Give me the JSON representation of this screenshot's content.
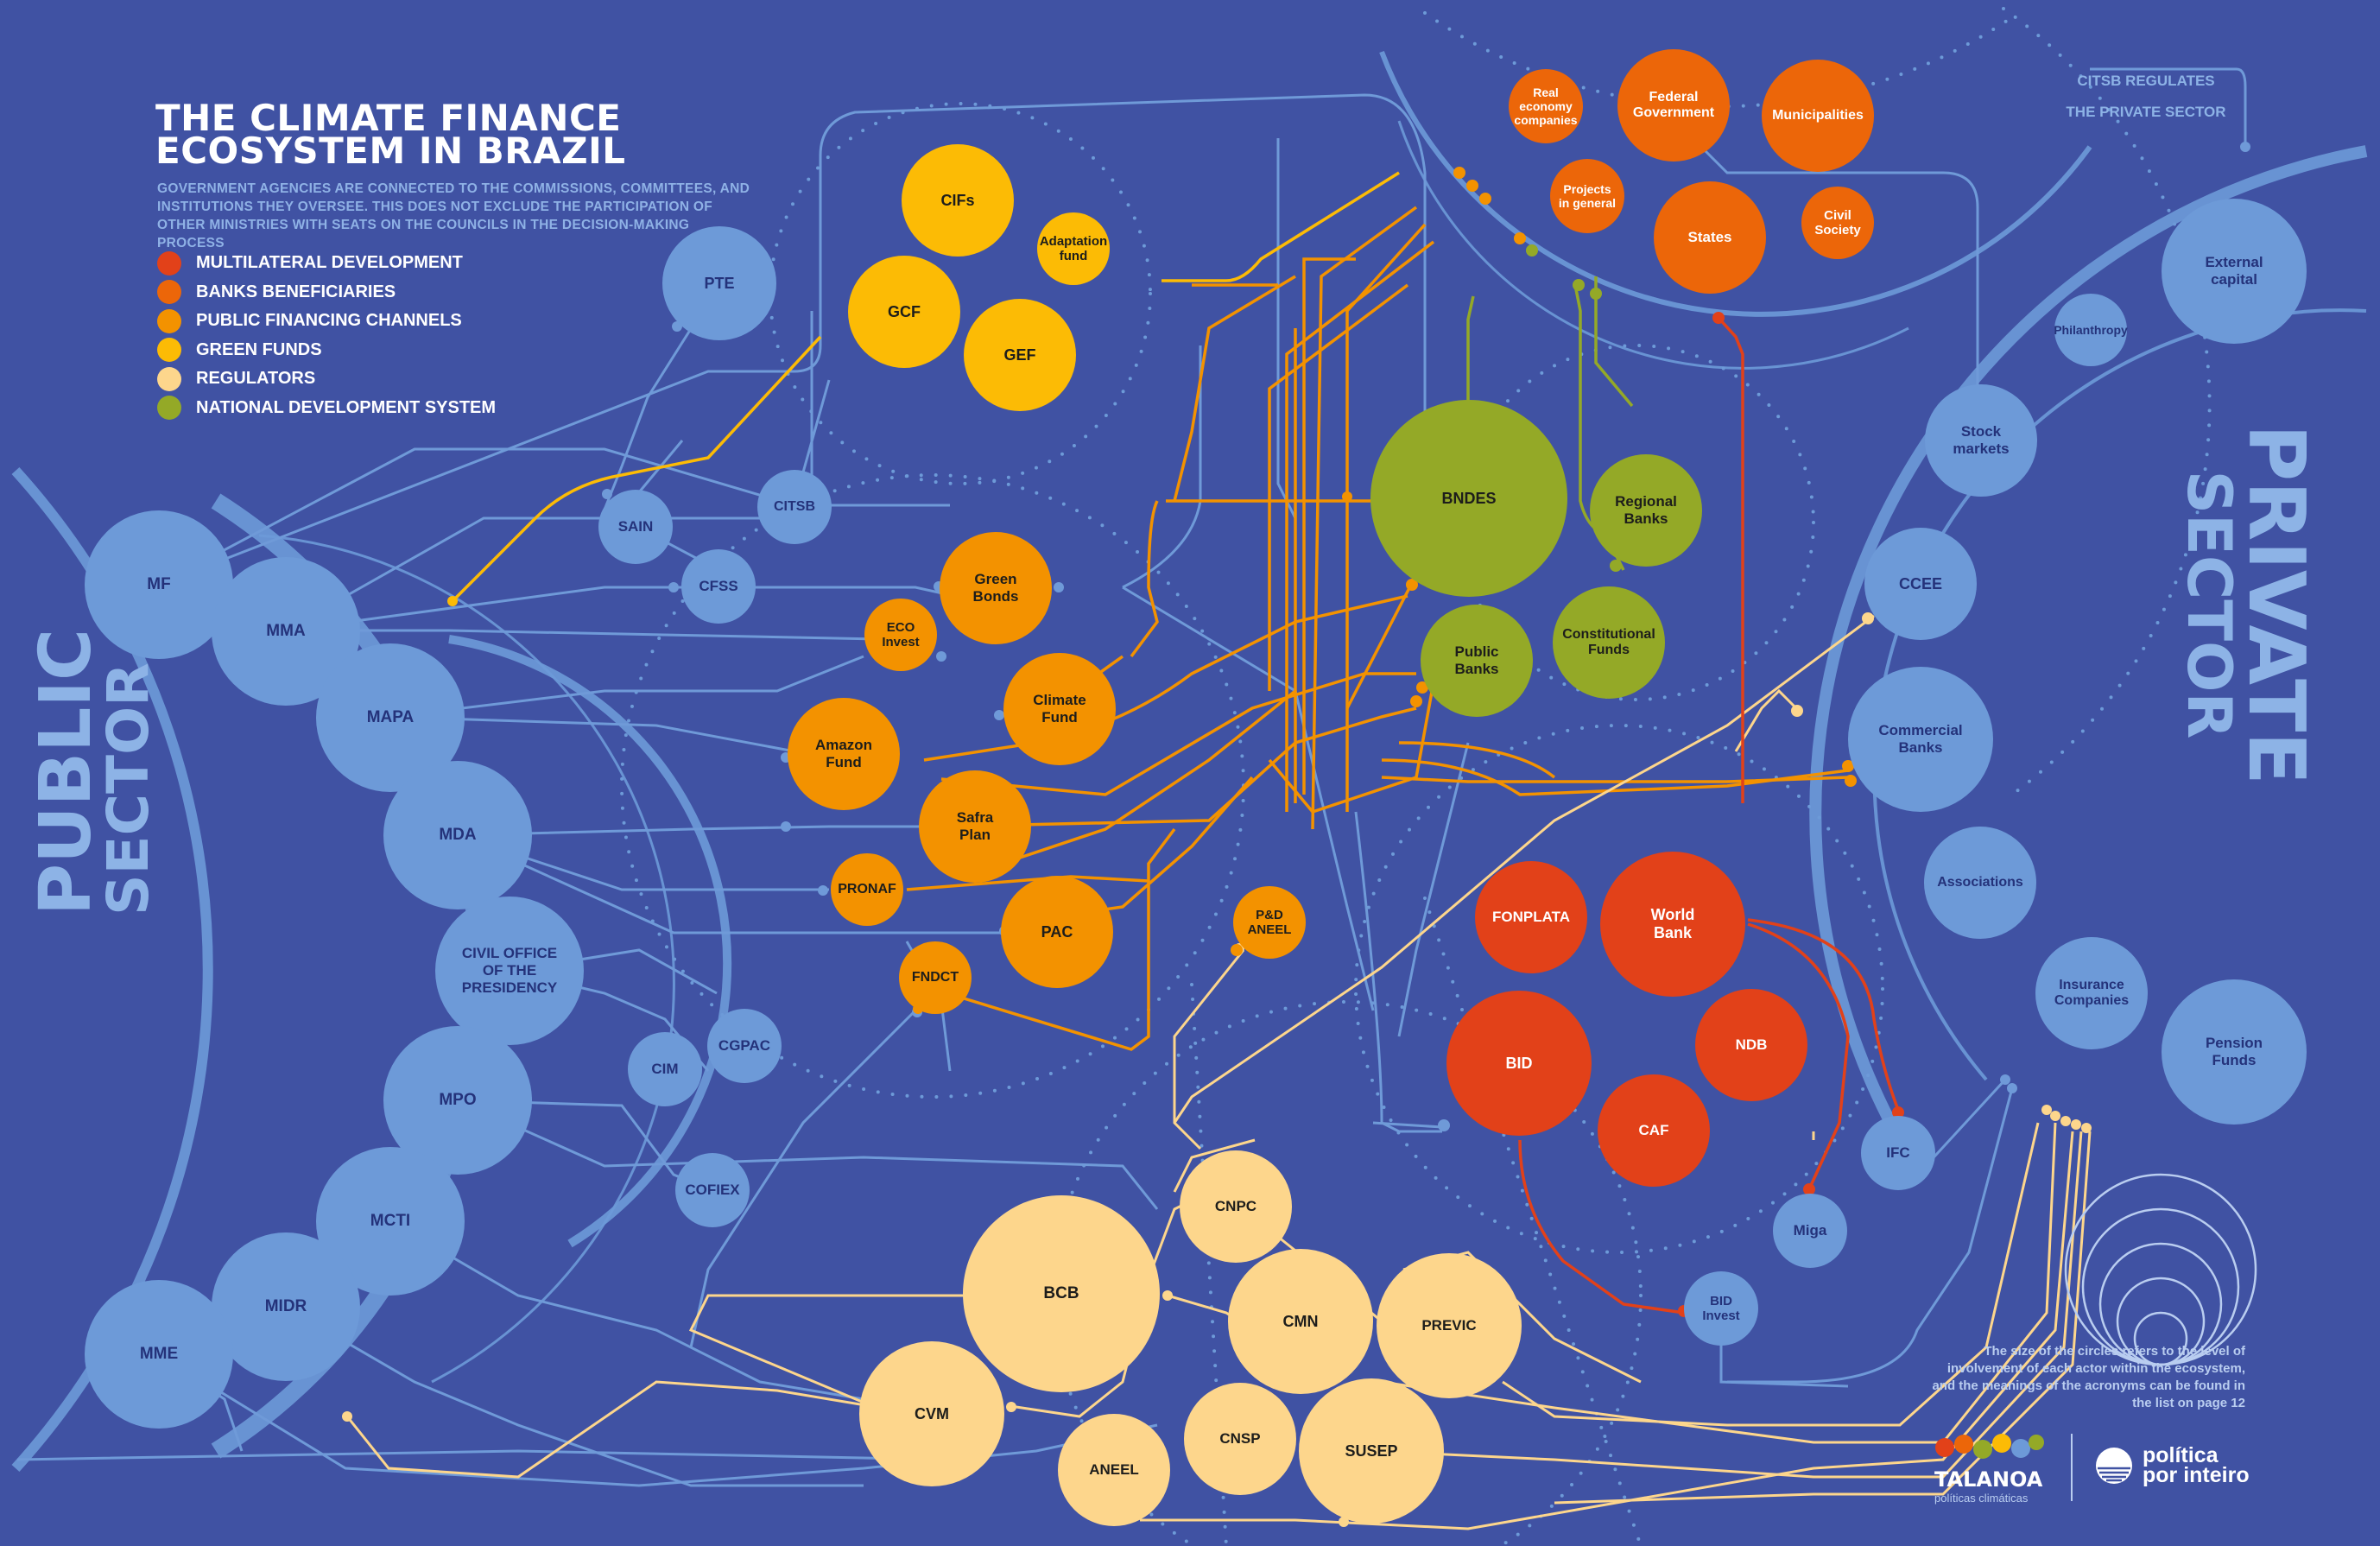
{
  "title": {
    "line1": "THE CLIMATE FINANCE",
    "line2": "ECOSYSTEM IN BRAZIL"
  },
  "subtitle": "GOVERNMENT AGENCIES ARE CONNECTED TO THE COMMISSIONS, COMMITTEES, AND INSTITUTIONS THEY OVERSEE. THIS DOES NOT EXCLUDE THE PARTICIPATION OF OTHER MINISTRIES WITH SEATS ON THE COUNCILS IN THE DECISION-MAKING PROCESS",
  "legend": [
    {
      "label": "MULTILATERAL DEVELOPMENT",
      "color": "#e24119"
    },
    {
      "label": "BANKS BENEFICIARIES",
      "color": "#ec6609"
    },
    {
      "label": "PUBLIC FINANCING CHANNELS",
      "color": "#f39200"
    },
    {
      "label": "GREEN FUNDS",
      "color": "#fcbb05"
    },
    {
      "label": "REGULATORS",
      "color": "#fdd68c"
    },
    {
      "label": "NATIONAL DEVELOPMENT SYSTEM",
      "color": "#94a927"
    }
  ],
  "sectors": {
    "public": {
      "line1": "PUBLIC",
      "line2": "SECTOR"
    },
    "private": {
      "line1": "PRIVATE",
      "line2": "SECTOR"
    }
  },
  "citsb_note": {
    "line1": "CITSB REGULATES",
    "line2": "THE PRIVATE SECTOR"
  },
  "footnote": "The size of the circles refers to the level of involvement of each actor within the ecosystem, and the meanings of the acronyms can be found in the list on page 12",
  "logos": {
    "talanoa_name": "TALANOA",
    "talanoa_sub": "políticas climáticas",
    "ppi": "política\npor inteiro"
  },
  "colors": {
    "background": "#4052a3",
    "public_sector": "#6d9ad8",
    "line": "#6f9ad8",
    "multilateral": "#e24119",
    "banks": "#ec6609",
    "public_financing": "#f39200",
    "green_funds": "#fcbb05",
    "regulators": "#fdd68c",
    "national_dev": "#94a927"
  },
  "nodes": [
    {
      "id": "mf",
      "label": "MF",
      "category": "public"
    },
    {
      "id": "mma",
      "label": "MMA",
      "category": "public"
    },
    {
      "id": "mapa",
      "label": "MAPA",
      "category": "public"
    },
    {
      "id": "mda",
      "label": "MDA",
      "category": "public"
    },
    {
      "id": "civil",
      "label": "CIVIL OFFICE\nOF THE\nPRESIDENCY",
      "category": "public"
    },
    {
      "id": "mpo",
      "label": "MPO",
      "category": "public"
    },
    {
      "id": "mcti",
      "label": "MCTI",
      "category": "public"
    },
    {
      "id": "midr",
      "label": "MIDR",
      "category": "public"
    },
    {
      "id": "mme",
      "label": "MME",
      "category": "public"
    },
    {
      "id": "pte",
      "label": "PTE",
      "category": "public"
    },
    {
      "id": "sain",
      "label": "SAIN",
      "category": "public"
    },
    {
      "id": "citsb",
      "label": "CITSB",
      "category": "public"
    },
    {
      "id": "cfss",
      "label": "CFSS",
      "category": "public"
    },
    {
      "id": "cim",
      "label": "CIM",
      "category": "public"
    },
    {
      "id": "cgpac",
      "label": "CGPAC",
      "category": "public"
    },
    {
      "id": "cofiex",
      "label": "COFIEX",
      "category": "public"
    },
    {
      "id": "cifs",
      "label": "CIFs",
      "category": "green"
    },
    {
      "id": "adaptation",
      "label": "Adaptation\nfund",
      "category": "green"
    },
    {
      "id": "gcf",
      "label": "GCF",
      "category": "green"
    },
    {
      "id": "gef",
      "label": "GEF",
      "category": "green"
    },
    {
      "id": "greenbonds",
      "label": "Green\nBonds",
      "category": "publicfin"
    },
    {
      "id": "ecoinvest",
      "label": "ECO\nInvest",
      "category": "publicfin"
    },
    {
      "id": "climatefund",
      "label": "Climate\nFund",
      "category": "publicfin"
    },
    {
      "id": "amazonfund",
      "label": "Amazon\nFund",
      "category": "publicfin"
    },
    {
      "id": "safra",
      "label": "Safra\nPlan",
      "category": "publicfin"
    },
    {
      "id": "pronaf",
      "label": "PRONAF",
      "category": "publicfin"
    },
    {
      "id": "pac",
      "label": "PAC",
      "category": "publicfin"
    },
    {
      "id": "fndct",
      "label": "FNDCT",
      "category": "publicfin"
    },
    {
      "id": "pdaneel",
      "label": "P&D\nANEEL",
      "category": "publicfin"
    },
    {
      "id": "bndes",
      "label": "BNDES",
      "category": "natdev"
    },
    {
      "id": "regional",
      "label": "Regional\nBanks",
      "category": "natdev"
    },
    {
      "id": "publicbanks",
      "label": "Public\nBanks",
      "category": "natdev"
    },
    {
      "id": "constfunds",
      "label": "Constitutional\nFunds",
      "category": "natdev"
    },
    {
      "id": "realeconomy",
      "label": "Real economy\ncompanies",
      "category": "banks"
    },
    {
      "id": "fedgov",
      "label": "Federal\nGovernment",
      "category": "banks"
    },
    {
      "id": "municipalities",
      "label": "Municipalities",
      "category": "banks"
    },
    {
      "id": "projects",
      "label": "Projects\nin general",
      "category": "banks"
    },
    {
      "id": "civilsociety",
      "label": "Civil\nSociety",
      "category": "banks"
    },
    {
      "id": "states",
      "label": "States",
      "category": "banks"
    },
    {
      "id": "fonplata",
      "label": "FONPLATA",
      "category": "multi"
    },
    {
      "id": "worldbank",
      "label": "World\nBank",
      "category": "multi"
    },
    {
      "id": "bid",
      "label": "BID",
      "category": "multi"
    },
    {
      "id": "ndb",
      "label": "NDB",
      "category": "multi"
    },
    {
      "id": "caf",
      "label": "CAF",
      "category": "multi"
    },
    {
      "id": "cnpc",
      "label": "CNPC",
      "category": "regulator"
    },
    {
      "id": "bcb",
      "label": "BCB",
      "category": "regulator"
    },
    {
      "id": "cmn",
      "label": "CMN",
      "category": "regulator"
    },
    {
      "id": "previc",
      "label": "PREVIC",
      "category": "regulator"
    },
    {
      "id": "cvm",
      "label": "CVM",
      "category": "regulator"
    },
    {
      "id": "cnsp",
      "label": "CNSP",
      "category": "regulator"
    },
    {
      "id": "susep",
      "label": "SUSEP",
      "category": "regulator"
    },
    {
      "id": "aneel",
      "label": "ANEEL",
      "category": "regulator"
    },
    {
      "id": "external",
      "label": "External\ncapital",
      "category": "private"
    },
    {
      "id": "philanthropy",
      "label": "Philanthropy",
      "category": "private"
    },
    {
      "id": "stock",
      "label": "Stock\nmarkets",
      "category": "private"
    },
    {
      "id": "ccee",
      "label": "CCEE",
      "category": "private"
    },
    {
      "id": "commercial",
      "label": "Commercial\nBanks",
      "category": "private"
    },
    {
      "id": "associations",
      "label": "Associations",
      "category": "private"
    },
    {
      "id": "insurance",
      "label": "Insurance\nCompanies",
      "category": "private"
    },
    {
      "id": "pension",
      "label": "Pension\nFunds",
      "category": "private"
    },
    {
      "id": "ifc",
      "label": "IFC",
      "category": "private"
    },
    {
      "id": "miga",
      "label": "Miga",
      "category": "private"
    },
    {
      "id": "bidinvest",
      "label": "BID\nInvest",
      "category": "private"
    }
  ]
}
